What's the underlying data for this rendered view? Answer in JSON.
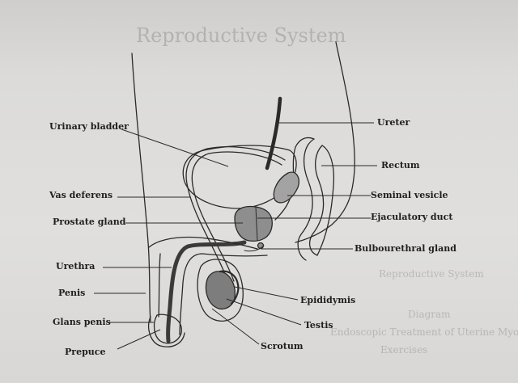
{
  "background_text": {
    "title": "Reproductive System",
    "subtitle": "Reproductive System",
    "line1": "Diagram",
    "line2": "Endoscopic Treatment of Uterine Myoma",
    "line3": "Exercises"
  },
  "labels": {
    "urinary_bladder": "Urinary bladder",
    "vas_deferens": "Vas deferens",
    "prostate_gland": "Prostate gland",
    "urethra": "Urethra",
    "penis": "Penis",
    "glans_penis": "Glans penis",
    "prepuce": "Prepuce",
    "ureter": "Ureter",
    "rectum": "Rectum",
    "seminal_vesicle": "Seminal vesicle",
    "ejaculatory_duct": "Ejaculatory duct",
    "bulbourethral_gland": "Bulbourethral gland",
    "epididymis": "Epididymis",
    "testis": "Testis",
    "scrotum": "Scrotum"
  },
  "colors": {
    "outline": "#2a2a2a",
    "organ_fill": "#8e8e8e",
    "paper": "#dcdbd9"
  }
}
